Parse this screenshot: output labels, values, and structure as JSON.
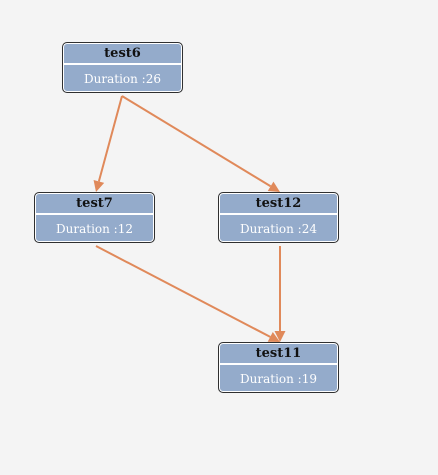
{
  "diagram": {
    "edge_color": "#e0895a",
    "node_fill": "#94abcb",
    "nodes": [
      {
        "id": "test6",
        "name": "test6",
        "duration_text": "Duration :26"
      },
      {
        "id": "test7",
        "name": "test7",
        "duration_text": "Duration :12"
      },
      {
        "id": "test12",
        "name": "test12",
        "duration_text": "Duration :24"
      },
      {
        "id": "test11",
        "name": "test11",
        "duration_text": "Duration :19"
      }
    ],
    "edges": [
      {
        "from": "test6",
        "to": "test7"
      },
      {
        "from": "test6",
        "to": "test12"
      },
      {
        "from": "test7",
        "to": "test11"
      },
      {
        "from": "test12",
        "to": "test11"
      }
    ]
  }
}
